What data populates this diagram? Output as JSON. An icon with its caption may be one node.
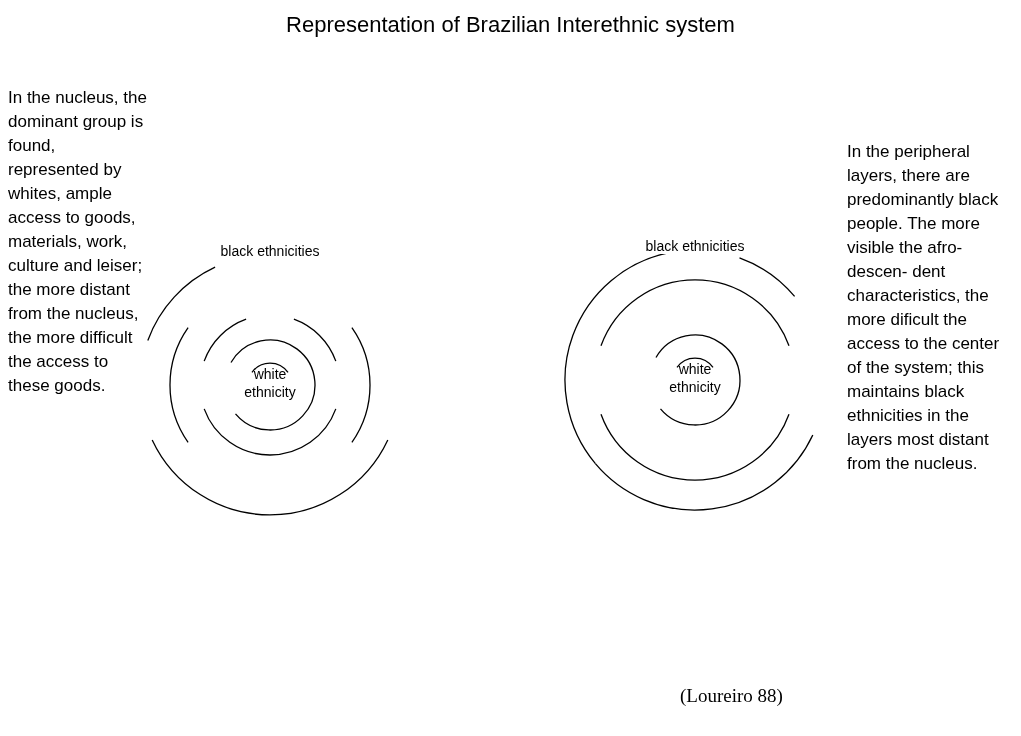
{
  "diagram": {
    "title": "Representation of Brazilian Interethnic system",
    "nodes": [
      {
        "text": [
          "black ethnicities"
        ]
      },
      {
        "text": [
          "white ethnicity"
        ],
        "in": 0
      },
      {
        "text": [
          "black ethnicities"
        ]
      },
      {
        "text": [
          "white ethnicity"
        ],
        "in": 2
      }
    ],
    "labels": [
      "In the nucleus, the dominant group is found, represented by whites, ample access to goods, materials, work, culture and leiser; the more distant from the nucleus, the more difficult the access to these goods.",
      "In the peripheral layers, there are predominantly black people. The more visible the afro-descen- dent characteristics, the more dificult the access to the center of the system; this maintains black ethnicities in the layers most distant from the nucleus.",
      "(Loureiro 88)"
    ]
  }
}
